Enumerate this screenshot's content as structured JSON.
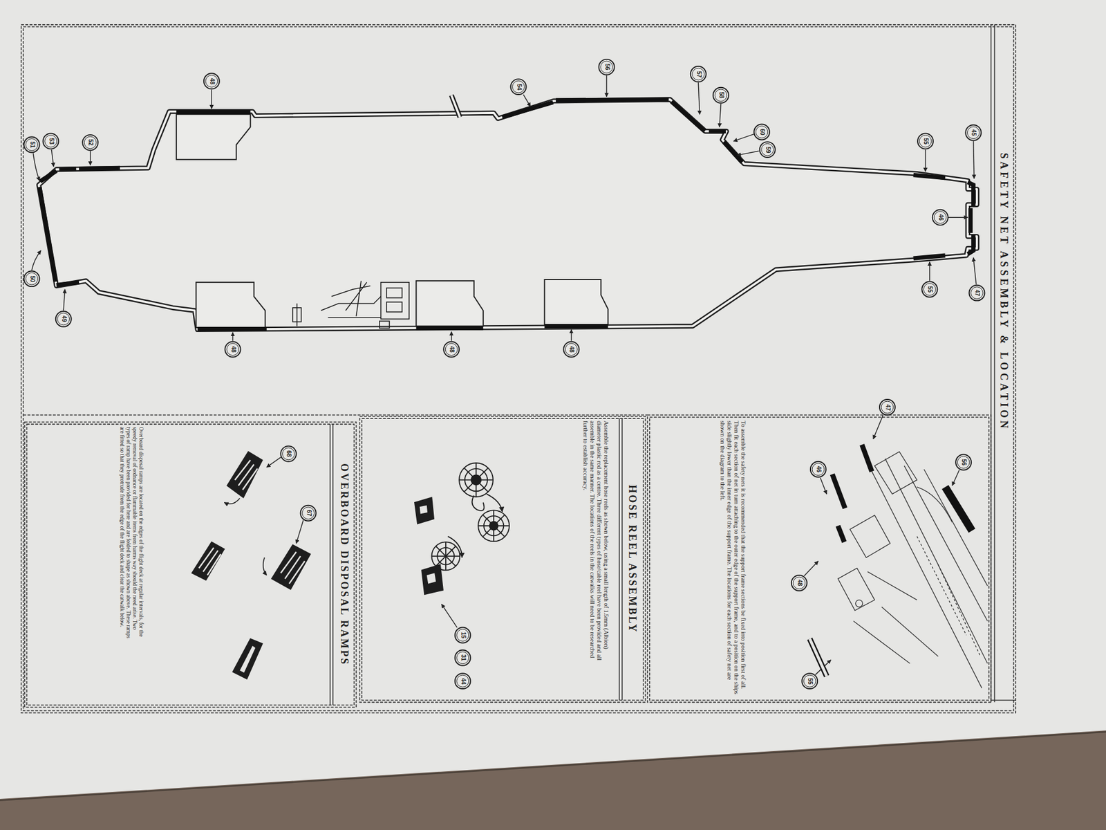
{
  "diagram": {
    "title": "SAFETY NET ASSEMBLY & LOCATION",
    "nodes": [
      {
        "text": [
          "To assemble the safety nets it is recommended that the support frame sections be fixed into position first of all. Then fit each section of net in turn attaching to the outer edge of the support frame, and to a position on the ships side slightly lower than the inner edge of the support frame. The locations for each section of safety net are shown on the diagram to the left."
        ]
      },
      {
        "text": [
          "HOSE REEL ASSEMBLY",
          "Assemble the replacement hose reels as shown below, using a small length of 1.5mm (Albion) diameter plastic rod as a centre. Three different types of hose/cable reel have been provided and all assemble in the same manner. The locations of the reels in the catwalks will need to be researched further to establish accuracy."
        ]
      },
      {
        "text": [
          "OVERBOARD DISPOSAL RAMPS",
          "Overboard disposal ramps are located on the edges of the flight deck at regular intervals, for the speedy removal of ordnance or flammable items from harms way should the need arise. Two types of ramp have been provided for here and are folded to shape as shown above. These ramps are fitted so that they protrude from the edge of the flight deck and clear the catwalk below."
        ]
      }
    ],
    "labels": [
      "48",
      "54",
      "56",
      "57",
      "58",
      "60",
      "59",
      "55",
      "45",
      "46",
      "47",
      "55",
      "48",
      "48",
      "48",
      "49",
      "50",
      "51",
      "53",
      "52",
      "47",
      "56",
      "46",
      "48",
      "55",
      "15",
      "31",
      "44",
      "68",
      "67"
    ]
  }
}
